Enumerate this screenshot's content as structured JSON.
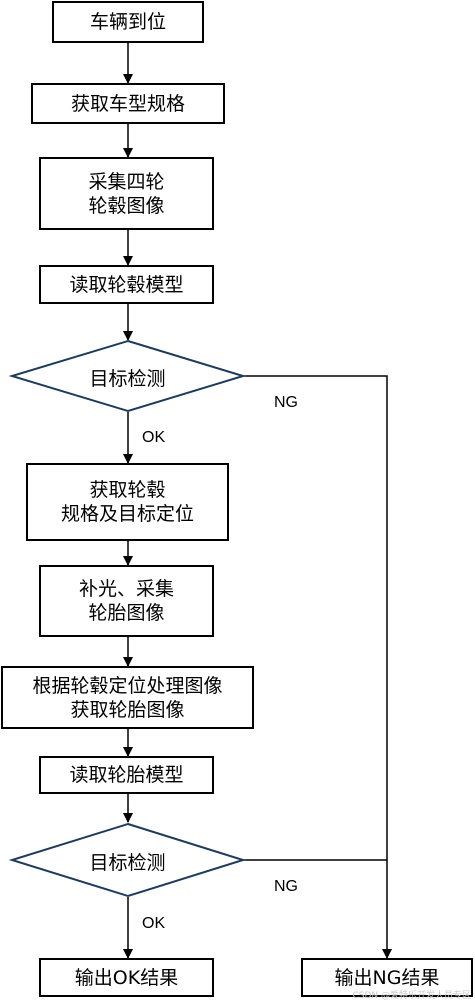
{
  "nodes": {
    "n1": "车辆到位",
    "n2": "获取车型规格",
    "n3": "采集四轮\n轮毂图像",
    "n4": "读取轮毂模型",
    "d1": "目标检测",
    "n5": "获取轮毂\n规格及目标定位",
    "n6": "补光、采集\n轮胎图像",
    "n7": "根据轮毂定位处理图像\n获取轮胎图像",
    "n8": "读取轮胎模型",
    "d2": "目标检测",
    "ok_out": "输出OK结果",
    "ng_out": "输出NG结果"
  },
  "edges": {
    "ok1": "OK",
    "ng1": "NG",
    "ok2": "OK",
    "ng2": "NG"
  },
  "watermark": "CSDN @爱特乐开发人员专区"
}
